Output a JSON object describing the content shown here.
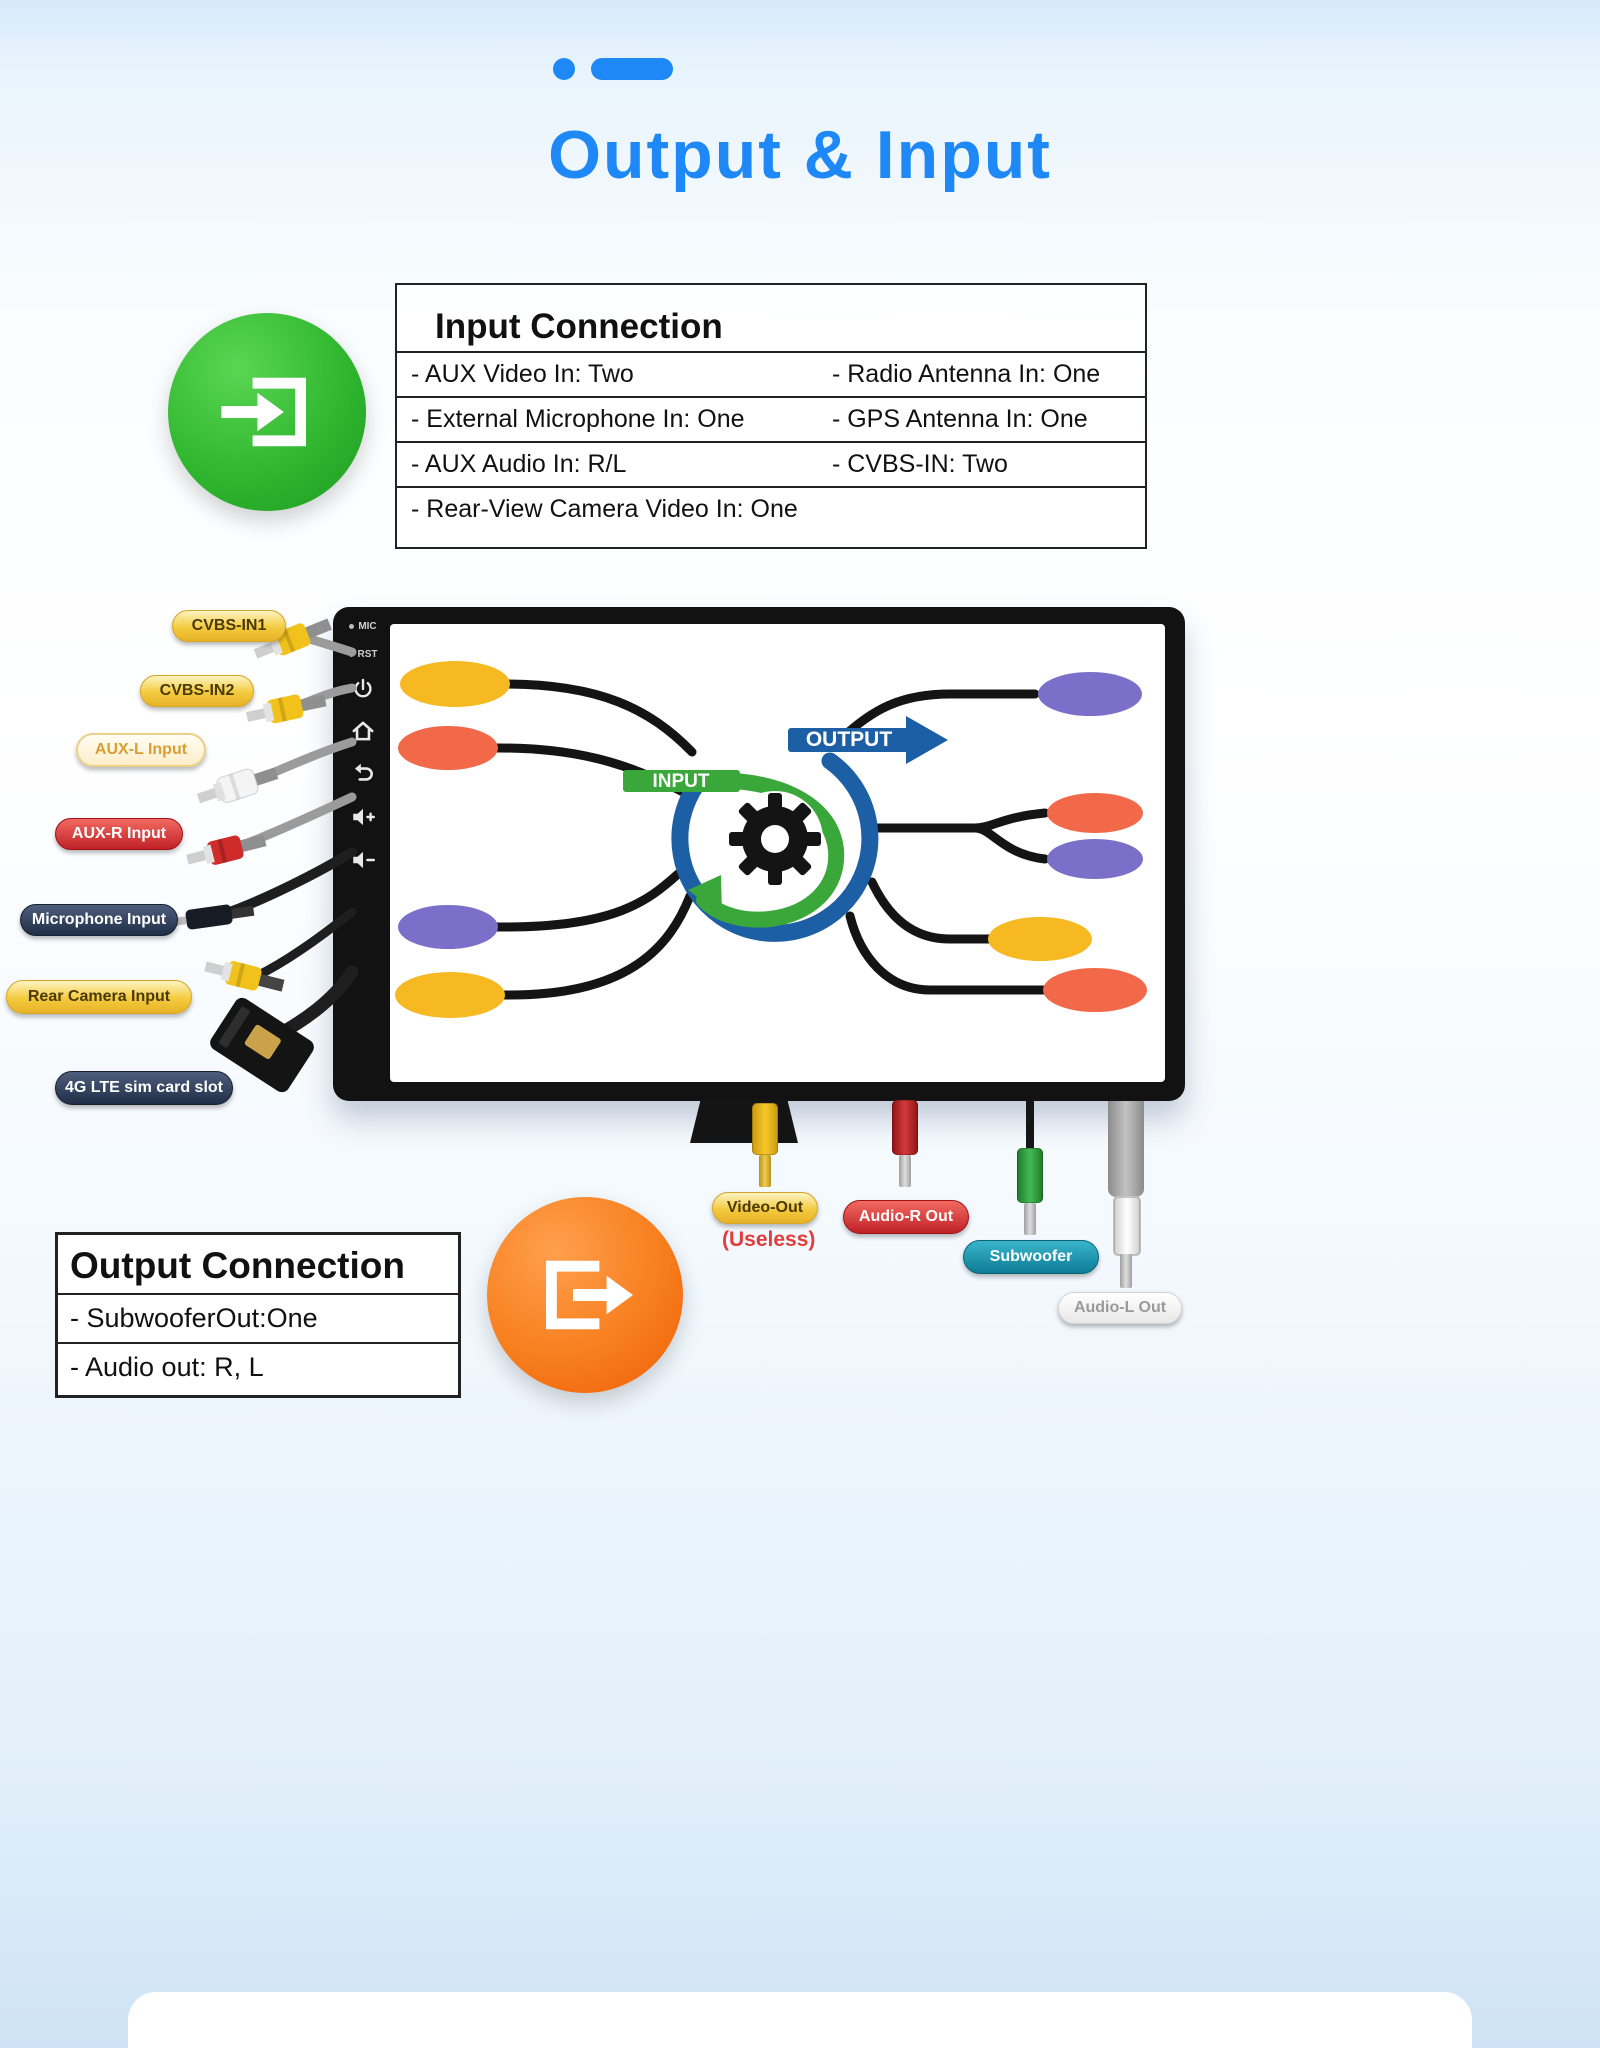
{
  "header": {
    "title": "Output & Input"
  },
  "input_section": {
    "title": "Input Connection",
    "rows": [
      {
        "left": "- AUX Video In: Two",
        "right": "- Radio Antenna In: One"
      },
      {
        "left": "- External Microphone In: One",
        "right": "- GPS Antenna In: One"
      },
      {
        "left": "- AUX Audio In: R/L",
        "right": "- CVBS-IN: Two"
      },
      {
        "left": "- Rear-View Camera Video In: One",
        "right": ""
      }
    ]
  },
  "device": {
    "port_mic": "MIC",
    "port_rst": "RST",
    "screen": {
      "input_label": "INPUT",
      "output_label": "OUTPUT"
    }
  },
  "left_connectors": [
    {
      "label": "CVBS-IN1"
    },
    {
      "label": "CVBS-IN2"
    },
    {
      "label": "AUX-L Input"
    },
    {
      "label": "AUX-R Input"
    },
    {
      "label": "Microphone Input"
    },
    {
      "label": "Rear Camera Input"
    },
    {
      "label": "4G LTE sim card slot"
    }
  ],
  "output_connectors": [
    {
      "label": "Video-Out",
      "note": "(Useless)"
    },
    {
      "label": "Audio-R Out"
    },
    {
      "label": "Subwoofer"
    },
    {
      "label": "Audio-L Out"
    }
  ],
  "output_section": {
    "title": "Output Connection",
    "items": [
      "- SubwooferOut:One",
      "- Audio out: R, L"
    ]
  },
  "colors": {
    "accent_blue": "#1e88f7",
    "arrow_blue": "#1d5fa5",
    "arrow_green": "#3aa73a",
    "oval_yellow": "#f6b921",
    "oval_orange": "#f2694a",
    "oval_purple": "#7b6fc9"
  }
}
